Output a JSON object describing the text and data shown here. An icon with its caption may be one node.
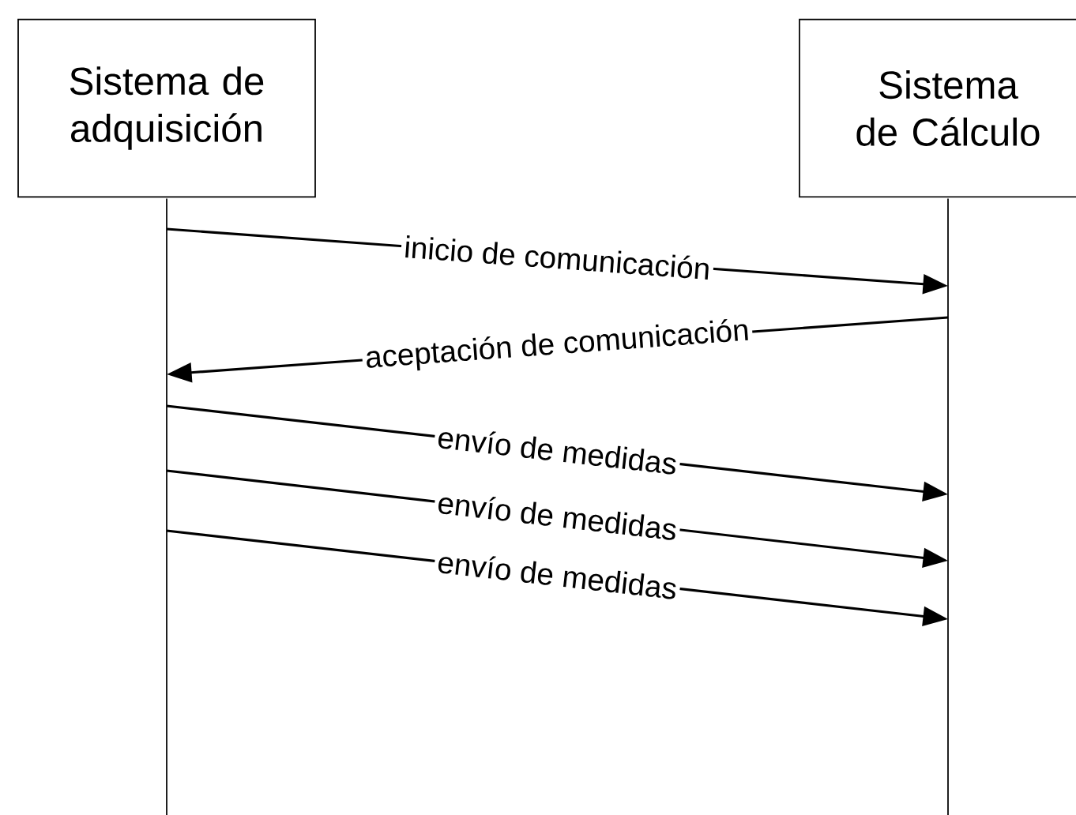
{
  "diagram": {
    "nodes": [
      {
        "text": [
          "Sistema de adquisición"
        ]
      },
      {
        "text": [
          "Sistema de Cálculo"
        ]
      },
      {
        "text": [],
        "shape": "bar"
      },
      {
        "text": [],
        "shape": "bar"
      }
    ],
    "edges": [
      {
        "from": 2,
        "to": 3,
        "arrow": "to",
        "label": "inicio de comunicación"
      },
      {
        "from": 3,
        "to": 2,
        "arrow": "to",
        "label": "aceptación de comunicación"
      },
      {
        "from": 2,
        "to": 3,
        "arrow": "to",
        "label": "envío de medidas"
      },
      {
        "from": 2,
        "to": 3,
        "arrow": "to",
        "label": "envío de medidas"
      },
      {
        "from": 2,
        "to": 3,
        "arrow": "to",
        "label": "envío de medidas"
      }
    ]
  }
}
